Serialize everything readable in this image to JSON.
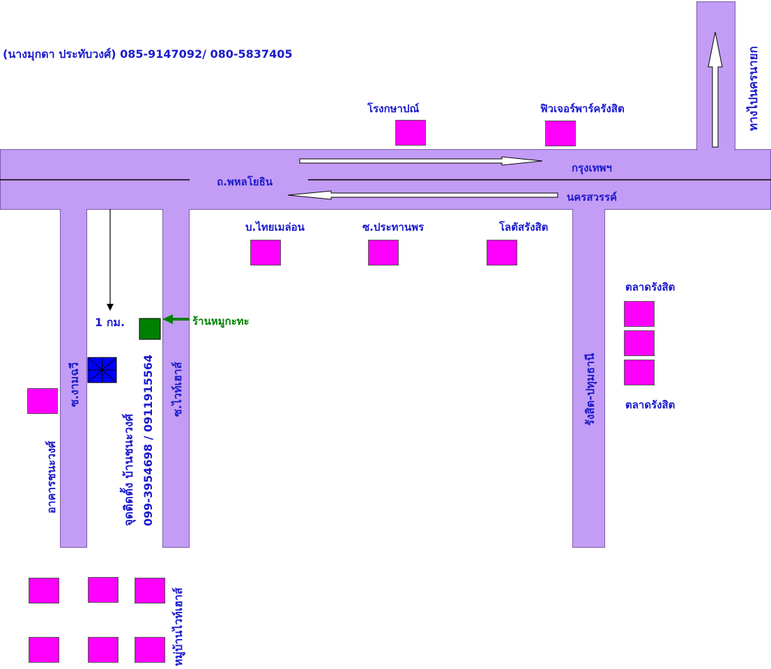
{
  "header": {
    "contact": "(นางมุกดา ประทับวงศ์) 085-9147092/ 080-5837405"
  },
  "roads": {
    "main": "ถ.พหลโยธิน",
    "dir_east": "กรุงเทพฯ",
    "dir_west": "นครสวรรค์",
    "north_exit": "ทางไปนครนายก",
    "soi_ngamchit": "ซ.งามฉวี",
    "soi_whitehouse": "ซ.ไวท์เฮาส์",
    "rangsit_pathum": "รังสิต-ปทุมธานี"
  },
  "places": {
    "rongkasap": "โรงกษาปณ์",
    "future_park": "ฟิวเจอร์พาร์ครังสิต",
    "thai_melon": "บ.ไทยเมล่อน",
    "soi_prathanporn": "ซ.ประทานพร",
    "lotus_rangsit": "โลตัสรังสิต",
    "market_top": "ตลาดรังสิต",
    "market_bottom": "ตลาดรังสิต",
    "moo_shop": "ร้านหมูกะทะ",
    "building_chanawong": "อาคารชนะวงศ์",
    "village_whitehouse": "หมู่บ้านไวท์เฮาส์"
  },
  "distance": "1 กม.",
  "installation": {
    "label": "จุดติดตั้ง บ้านชนะวงศ์",
    "phones": "099-3954698 / 0911915564"
  },
  "colors": {
    "road": "#c39cf5",
    "building": "#ff00ff",
    "text": "#1a1acc",
    "shop": "#008000",
    "install": "#0000ff"
  }
}
